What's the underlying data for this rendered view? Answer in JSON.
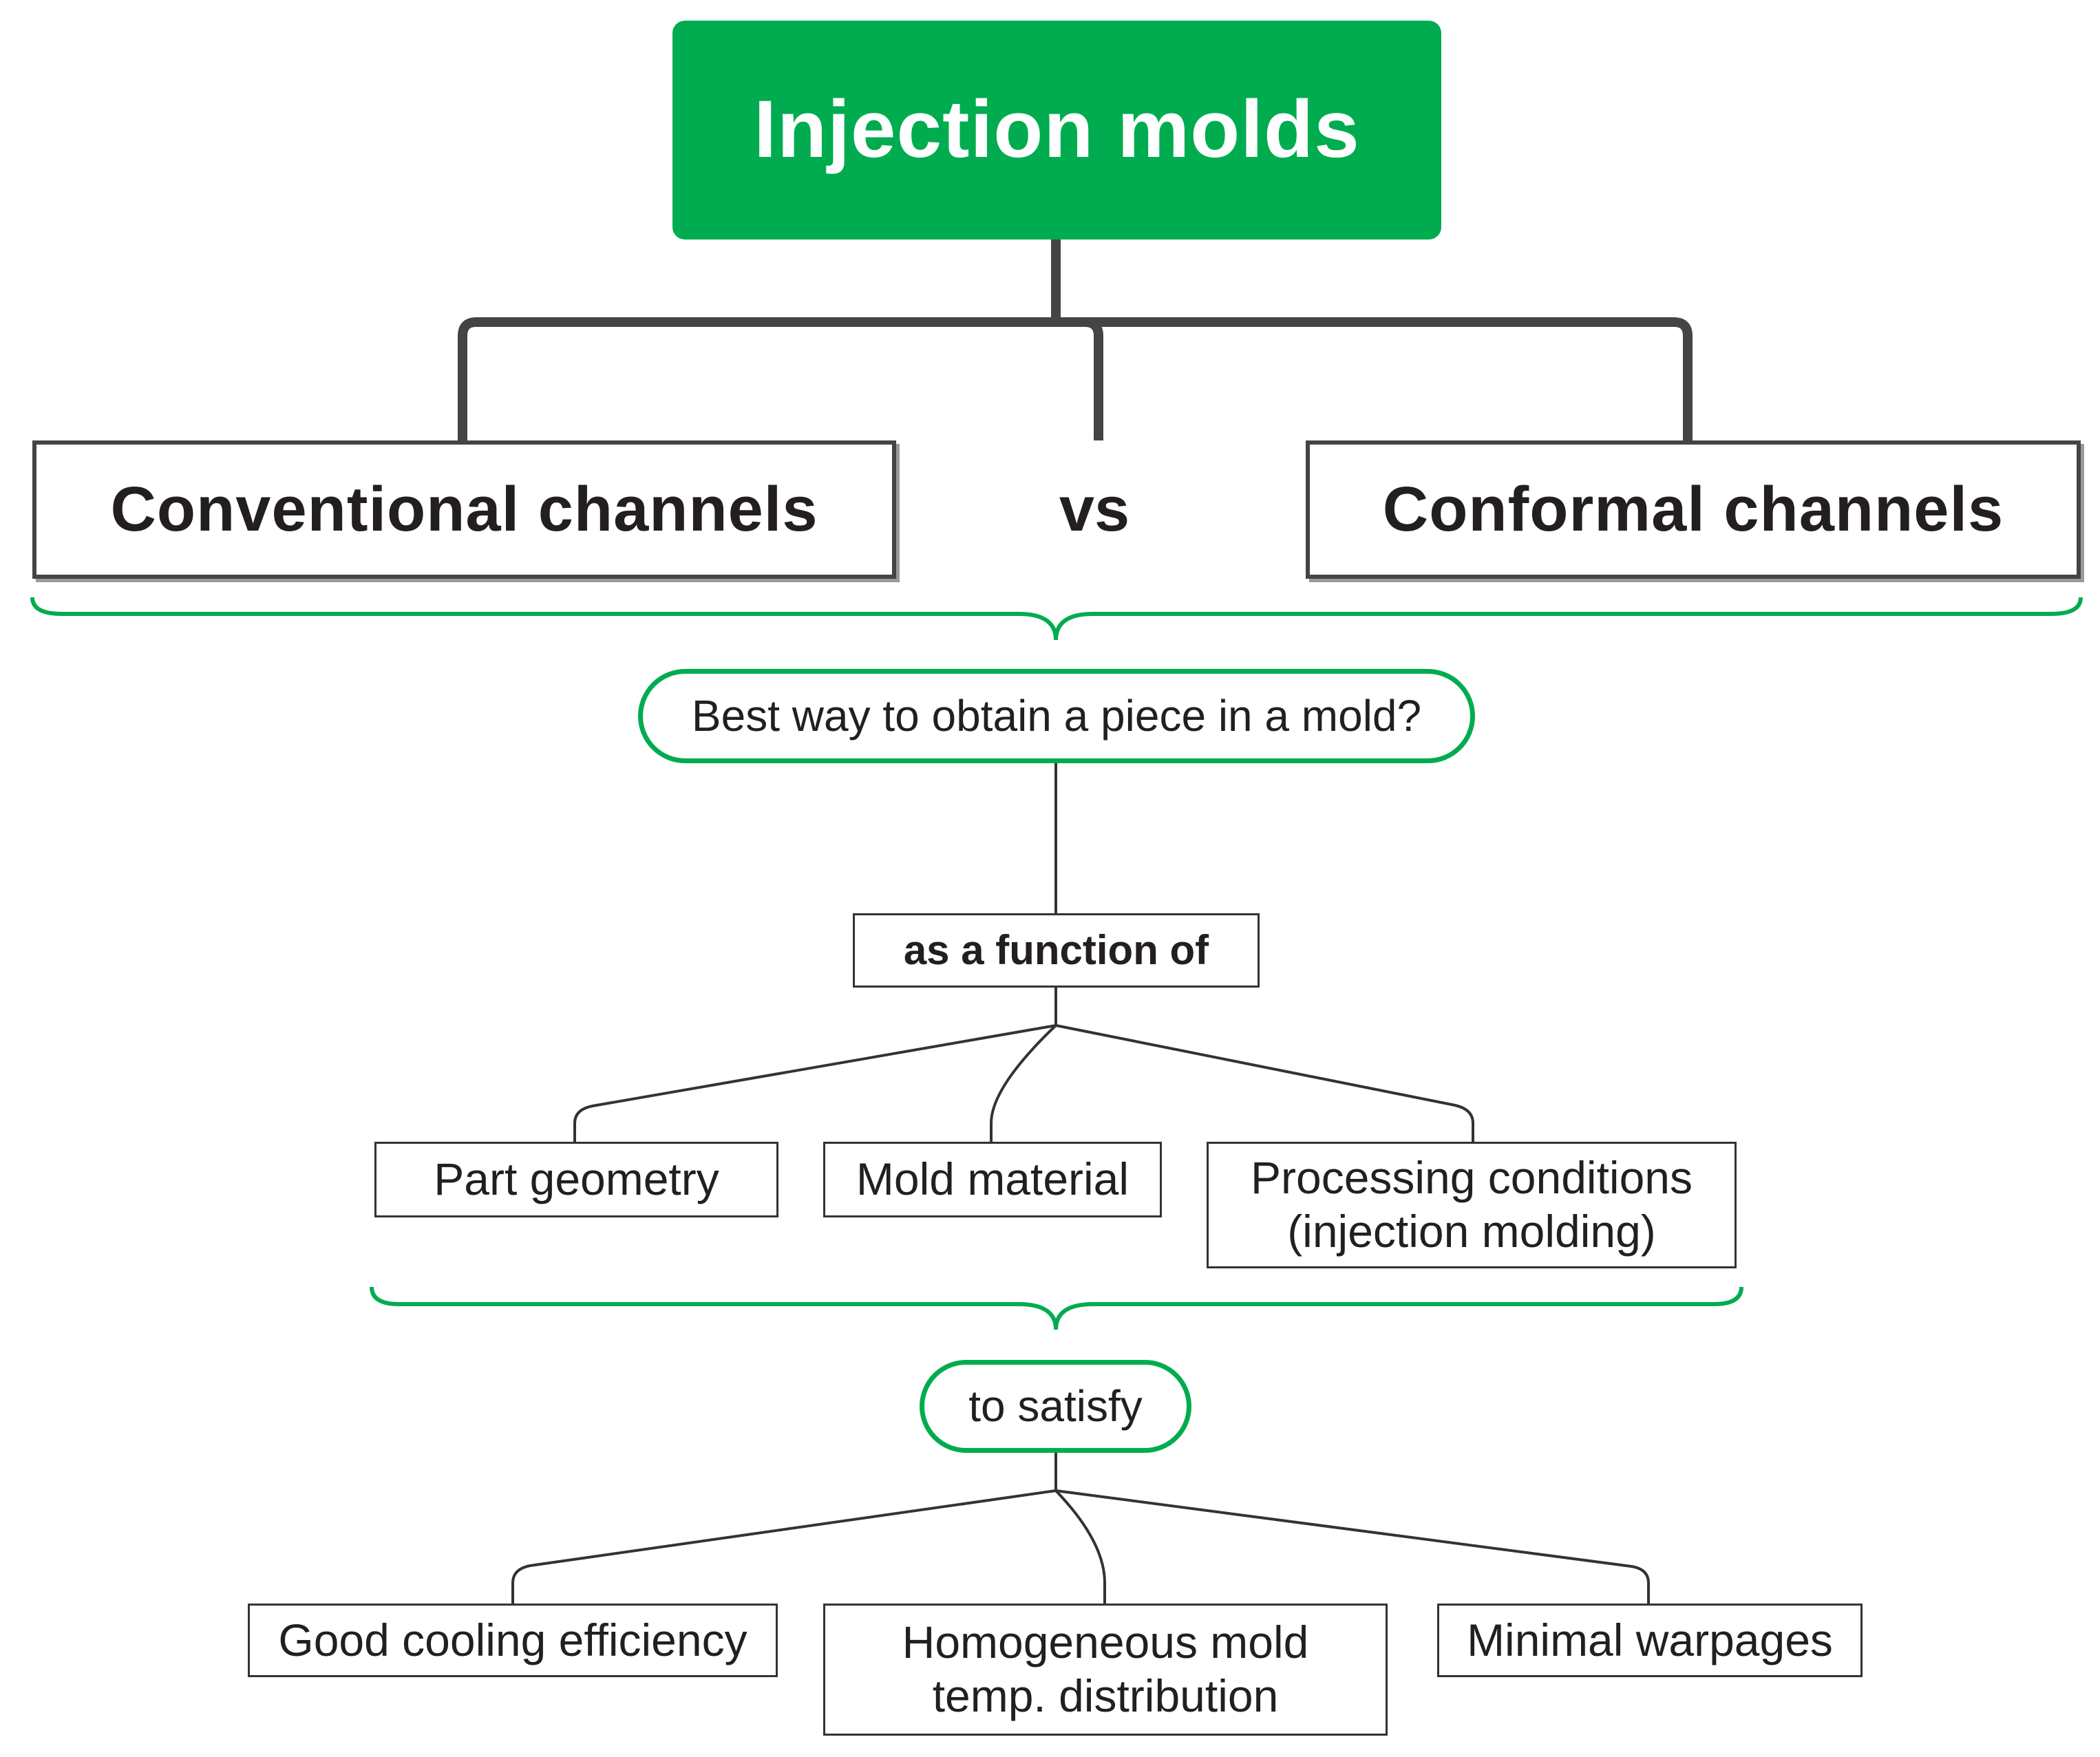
{
  "colors": {
    "accent_green": "#00ac4f",
    "connector_dark": "#444444",
    "box_border": "#333333",
    "text": "#231f20"
  },
  "root": {
    "label": "Injection molds"
  },
  "comparison": {
    "left": "Conventional channels",
    "middle": "vs",
    "right": "Conformal channels"
  },
  "question": "Best way to obtain a piece in a mold?",
  "function_label": "as a function of",
  "factors": {
    "part_geometry": "Part geometry",
    "mold_material": "Mold material",
    "processing_line1": "Processing conditions",
    "processing_line2": "(injection molding)"
  },
  "satisfy_label": "to satisfy",
  "objectives": {
    "cooling": "Good cooling efficiency",
    "homogeneous_line1": "Homogeneous mold",
    "homogeneous_line2": "temp. distribution",
    "warpages": "Minimal warpages"
  }
}
